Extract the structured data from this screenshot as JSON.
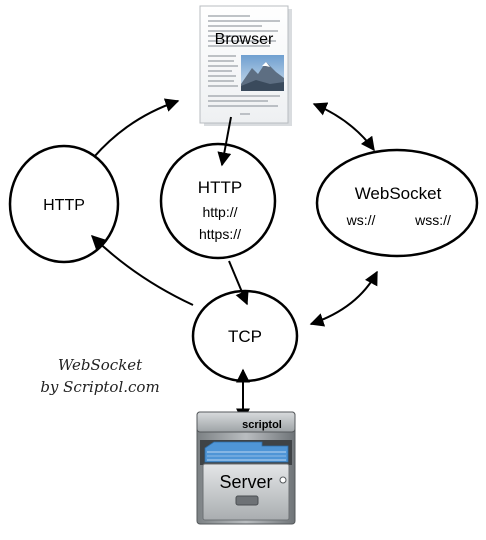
{
  "browser": {
    "label": "Browser"
  },
  "http_left": {
    "label": "HTTP"
  },
  "http_center": {
    "label": "HTTP",
    "scheme1": "http://",
    "scheme2": "https://"
  },
  "websocket": {
    "label": "WebSocket",
    "scheme1": "ws://",
    "scheme2": "wss://"
  },
  "tcp": {
    "label": "TCP"
  },
  "server": {
    "label": "Server",
    "brand": "scriptol"
  },
  "caption": {
    "line1": "WebSocket",
    "line2": "by Scriptol.com"
  },
  "colors": {
    "stroke": "#000000",
    "cabinet_dark": "#6b6f72",
    "cabinet_light": "#c9ccce",
    "folder_blue": "#4f95d6"
  }
}
